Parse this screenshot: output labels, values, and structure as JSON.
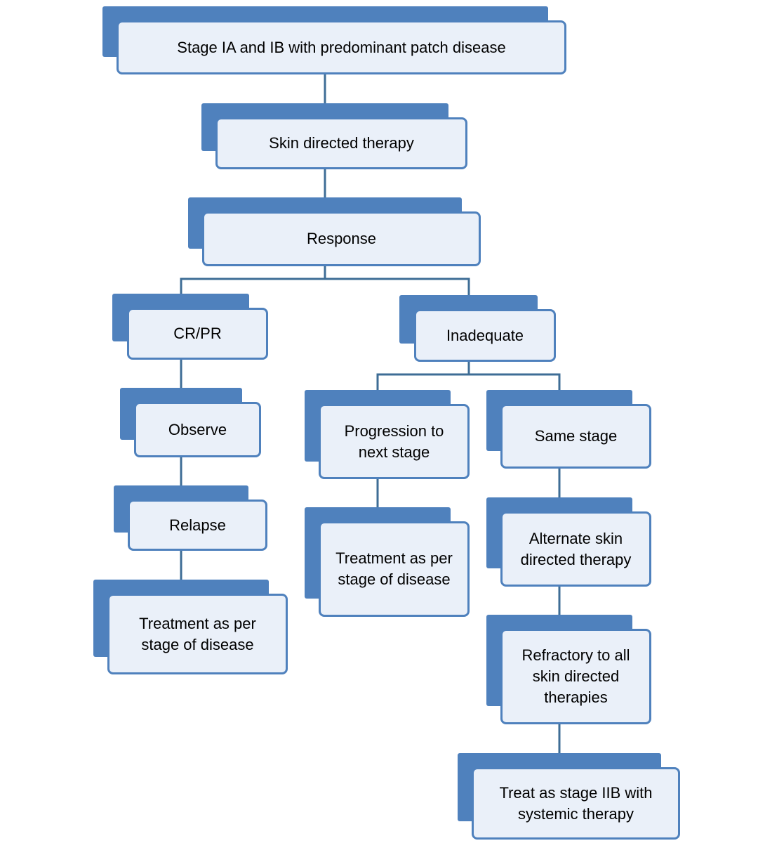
{
  "nodes": {
    "stage_ia_ib": "Stage IA and IB with predominant patch disease",
    "skin_directed_therapy": "Skin directed therapy",
    "response": "Response",
    "cr_pr": "CR/PR",
    "inadequate": "Inadequate",
    "observe": "Observe",
    "relapse": "Relapse",
    "treatment_left": "Treatment as per\nstage of disease",
    "progression": "Progression to\nnext stage",
    "treatment_middle": "Treatment as per\nstage of disease",
    "same_stage": "Same stage",
    "alternate": "Alternate skin\ndirected therapy",
    "refractory": "Refractory to all\nskin directed\ntherapies",
    "treat_iib": "Treat as stage IIB with\nsystemic therapy"
  },
  "colors": {
    "box_back": "#4f81bd",
    "box_front": "#eaf0f9",
    "connector": "#3e6d96"
  }
}
